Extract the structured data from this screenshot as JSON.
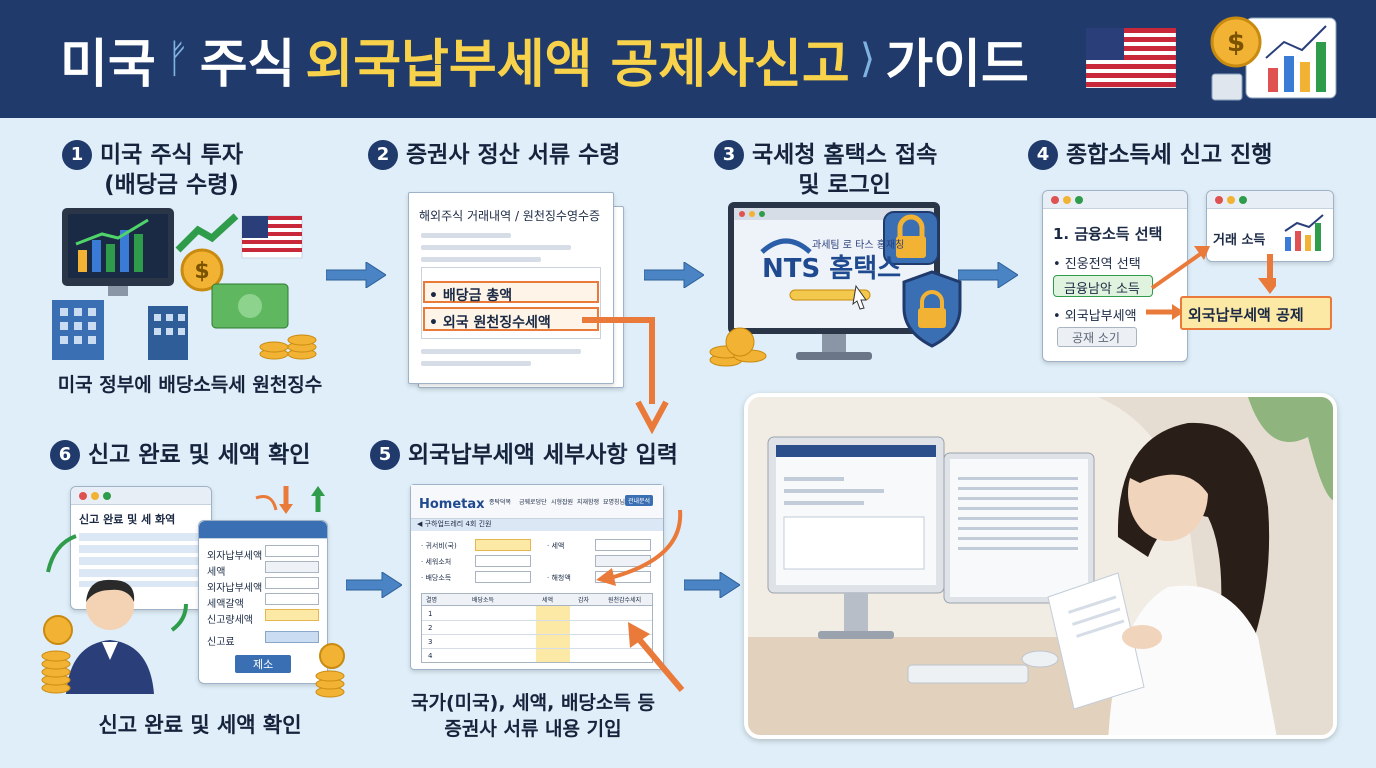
{
  "header": {
    "title_part1": "미국",
    "title_part2": "주식",
    "title_highlight": "외국납부세액 공제사신고",
    "title_part3": "가이드",
    "sep1": "ᚠ",
    "sep2": "⟩"
  },
  "colors": {
    "navy": "#1f3a6b",
    "highlight": "#f7d24a",
    "orange": "#e97a3a",
    "arrow_blue": "#4a84c4",
    "green": "#2e9c4a"
  },
  "steps": {
    "s1": {
      "num": "1",
      "title": "미국 주식 투자\n(배당금 수령)",
      "caption": "미국 정부에 배당소득세 원천징수"
    },
    "s2": {
      "num": "2",
      "title": "증권사 정산 서류 수령",
      "doc_title": "해외주식 거래내역 / 원천징수영수증",
      "item1": "• 배당금 총액",
      "item2": "• 외국 원천징수세액"
    },
    "s3": {
      "num": "3",
      "title": "국세청 홈택스 접속\n및 로그인",
      "logo_small": "과세팀 로 타스 홍재칭",
      "logo": "NTS 홈택스"
    },
    "s4": {
      "num": "4",
      "title": "종합소득세 신고 진행",
      "menu_title": "1. 금융소득 선택",
      "menu_item1": "• 진웅전역 선택",
      "menu_btn": "금융남악 소득",
      "menu_item2": "• 외국납부세액",
      "menu_btn2": "공재 소기",
      "side_title": "거래 소득",
      "result": "외국납부세액 공제"
    },
    "s5": {
      "num": "5",
      "title": "외국납부세액 세부사항 입력",
      "app_brand": "Hometax",
      "tab1": "종탁덕목",
      "tab2": "금웨로덩단",
      "tab3": "시형잡원",
      "tab4": "지재함쟁",
      "tab5": "묘명칭님",
      "tab_btn": "관내분석",
      "subbar": "◀ 구하업드레리 4회 긴원",
      "field1": "· 귀서비(국)",
      "field2": "· 세액",
      "field3": "· 세워소처",
      "field4": "· 배당소득",
      "field5": "· 해청액",
      "col1": "결명",
      "col2": "배당소득",
      "col3": "세액",
      "col4": "감자",
      "col5": "원천감수세지",
      "rows": [
        "1",
        "2",
        "3",
        "4"
      ],
      "caption": "국가(미국), 세액, 배당소득 등\n증권사 서류 내용 기입"
    },
    "s6": {
      "num": "6",
      "title": "신고 완료 및 세액 확인",
      "back_title": "신고 완료 및 세 화역",
      "f1": "외자납부세액",
      "f2": "세액",
      "f3": "외자납부세액",
      "f4": "세액갈액",
      "f5": "신고량세액",
      "f6": "신고료",
      "submit": "제소",
      "caption": "신고 완료 및 세액 확인"
    }
  },
  "icons": [
    "us-flag-icon",
    "dollar-coin-icon",
    "chart-icon",
    "lock-icon",
    "shield-icon",
    "cursor-icon",
    "calculator-icon"
  ]
}
